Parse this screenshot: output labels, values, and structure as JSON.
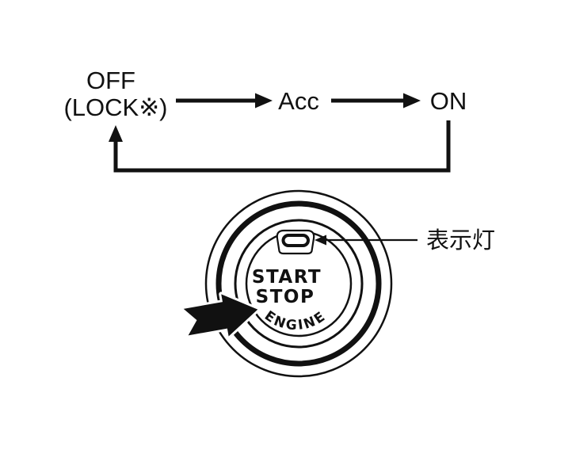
{
  "colors": {
    "ink": "#111111",
    "background": "#ffffff"
  },
  "power_states": {
    "off": "OFF",
    "off_sub": "(LOCK※)",
    "acc": "Acc",
    "on": "ON"
  },
  "start_button": {
    "label_line1": "START",
    "label_line2": "STOP",
    "label_arc": "ENGINE"
  },
  "callout": {
    "indicator_label": "表示灯"
  }
}
